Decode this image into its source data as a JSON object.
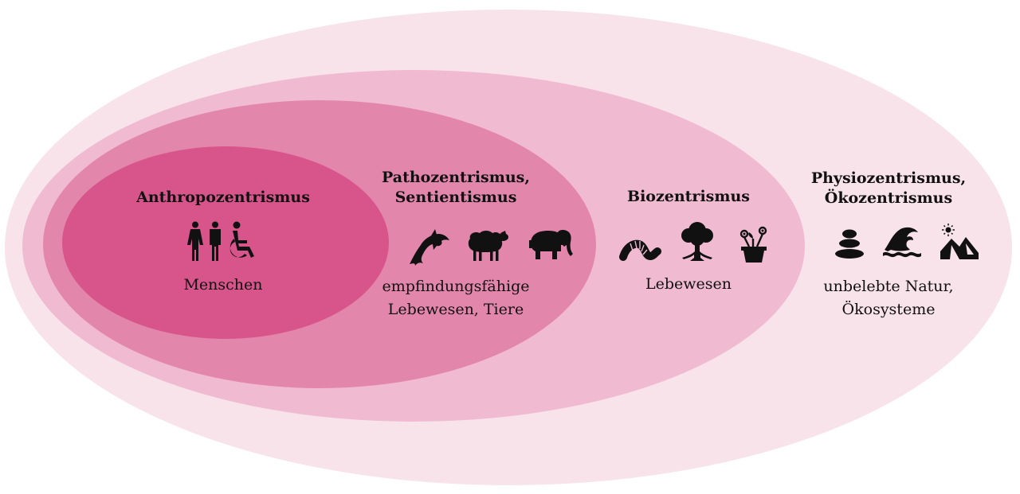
{
  "zones": {
    "anthro": {
      "title": "Anthropozentrismus",
      "desc": "Menschen",
      "icons": [
        "people-icon",
        "wheelchair-icon"
      ]
    },
    "patho": {
      "title_line1": "Pathozentrismus,",
      "title_line2": "Sentientismus",
      "desc_line1": "empfindungsfähige",
      "desc_line2": "Lebewesen, Tiere",
      "icons": [
        "dolphin-icon",
        "sheep-icon",
        "elephant-icon"
      ]
    },
    "bio": {
      "title": "Biozentrismus",
      "desc": "Lebewesen",
      "icons": [
        "worm-icon",
        "tree-icon",
        "potted-plant-icon"
      ]
    },
    "physio": {
      "title_line1": "Physiozentrismus,",
      "title_line2": "Ökozentrismus",
      "desc_line1": "unbelebte Natur,",
      "desc_line2": "Ökosysteme",
      "icons": [
        "stacked-stones-icon",
        "wave-icon",
        "mountain-sun-icon"
      ]
    }
  },
  "colors": {
    "outer": "#f8e3ea",
    "bio": "#f0bbd0",
    "patho": "#e386ab",
    "anthro": "#d8558b",
    "icon": "#111111"
  }
}
